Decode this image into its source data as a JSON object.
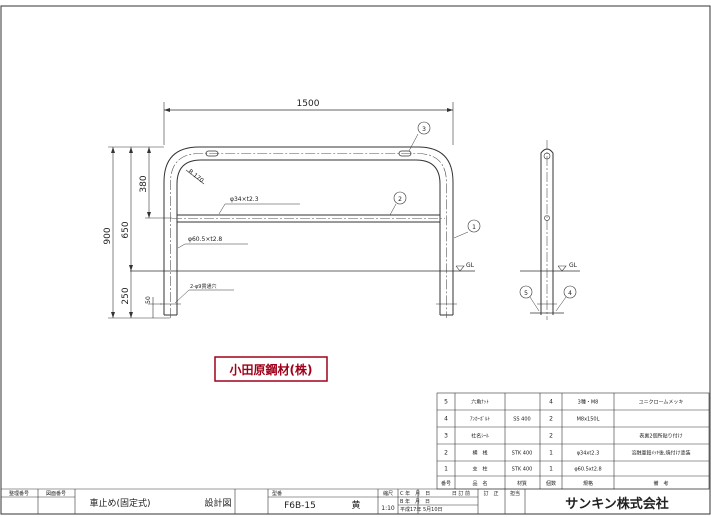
{
  "drawing": {
    "dimensions": {
      "width": "1500",
      "height_total": "900",
      "height_upper": "650",
      "height_top": "380",
      "height_lower": "250",
      "height_base": "50",
      "radius": "R 170",
      "ground_label": "GL",
      "ground_label_side": "GL"
    },
    "callouts": {
      "pipe_top": "φ34×t2.3",
      "pipe_post": "φ60.5×t2.8",
      "holes": "2-φ9貫通穴"
    },
    "balloons": [
      "1",
      "2",
      "3",
      "4",
      "5"
    ]
  },
  "maker_stamp": "小田原鋼材(株)",
  "parts_table": {
    "rows": [
      {
        "no": "5",
        "name": "六角ﾅｯﾄ",
        "material": "",
        "qty": "4",
        "spec": "3種・M8",
        "remark": "ユニクロームメッキ"
      },
      {
        "no": "4",
        "name": "ｱﾝｶｰﾎﾞﾙﾄ",
        "material": "SS 400",
        "qty": "2",
        "spec": "M8x150L",
        "remark": ""
      },
      {
        "no": "3",
        "name": "社名ｼｰﾙ",
        "material": "",
        "qty": "2",
        "spec": "",
        "remark": "表裏2個所貼り付け"
      },
      {
        "no": "2",
        "name": "横　桟",
        "material": "STK 400",
        "qty": "1",
        "spec": "φ34xt2.3",
        "remark": "溶融亜鉛ﾒｯｷ後,焼付け塗装"
      },
      {
        "no": "1",
        "name": "支　柱",
        "material": "STK 400",
        "qty": "1",
        "spec": "φ60.5xt2.8",
        "remark": ""
      }
    ],
    "header": {
      "no": "番号",
      "name": "品　名",
      "material": "材質",
      "qty": "個数",
      "spec": "規格",
      "remark": "備　考"
    }
  },
  "title_block": {
    "label_doc_no": "整理番号",
    "label_drawing_no": "図面番号",
    "product": "車止め(固定式)",
    "design_label": "設計図",
    "model_label": "型番",
    "model": "F6B-15",
    "color": "黄",
    "scale_label": "縮尺",
    "scale": "1:10",
    "rev_c": "C 年　月　日",
    "rev_b": "B 年　月　日",
    "rev_a": "A 年　月　日",
    "revised_label": "日 訂 前",
    "date": "平成17年 5月10日",
    "revision_label": "訂　正",
    "approver_label": "担当",
    "company": "サンキン株式会社"
  }
}
